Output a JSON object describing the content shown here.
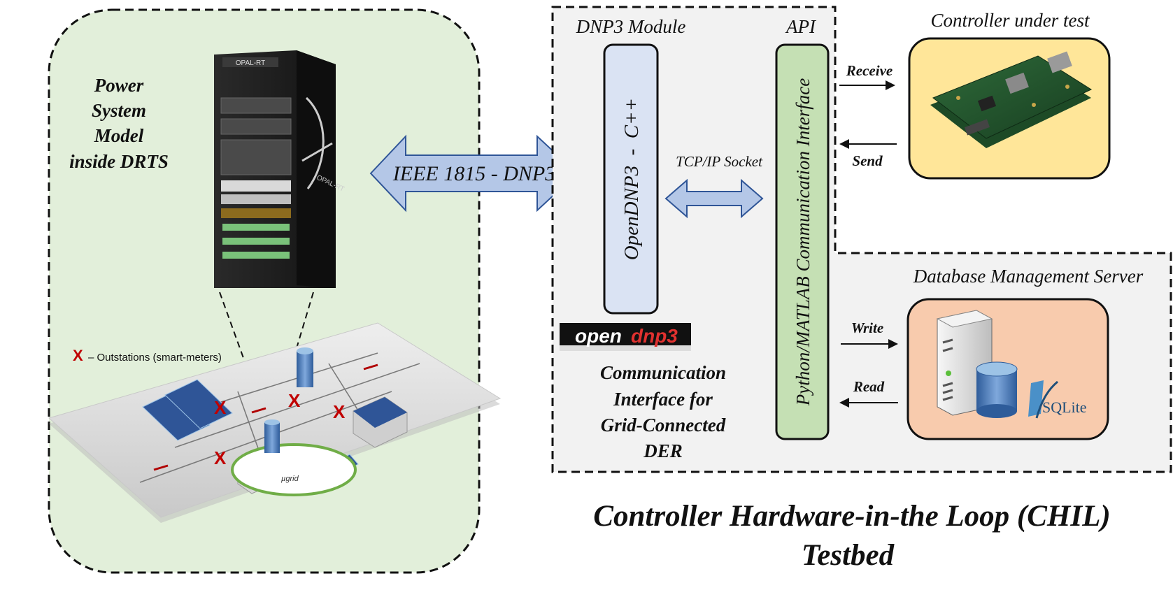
{
  "left_panel": {
    "title_lines": [
      "Power",
      "System",
      "Model",
      "inside DRTS"
    ],
    "rack_brand": "OPAL-RT",
    "legend_marker": "X",
    "legend_text": "– Outstations (smart-meters)",
    "microgrid_label": "µgrid"
  },
  "protocol_arrow": {
    "label": "IEEE 1815 - DNP3"
  },
  "dnp3_module": {
    "header": "DNP3 Module",
    "box_label": "OpenDNP3  -  C++",
    "logo_text_left": "open",
    "logo_text_right": "dnp3",
    "description_lines": [
      "Communication",
      "Interface for",
      "Grid-Connected",
      "DER"
    ]
  },
  "socket_arrow": {
    "label": "TCP/IP Socket"
  },
  "api": {
    "header": "API",
    "box_label": "Python/MATLAB Communication Interface"
  },
  "controller": {
    "title": "Controller under test",
    "receive_label": "Receive",
    "send_label": "Send"
  },
  "database": {
    "title": "Database Management Server",
    "write_label": "Write",
    "read_label": "Read",
    "sqlite_label": "SQLite"
  },
  "footer": {
    "title_line1": "Controller Hardware-in-the Loop (CHIL)",
    "title_line2": "Testbed"
  },
  "colors": {
    "left_panel_bg": "#e2efda",
    "right_panel_bg": "#f2f2f2",
    "arrow_fill": "#b4c7e7",
    "dnp3_box": "#dae3f3",
    "api_box": "#c5e0b4",
    "controller_box": "#ffe699",
    "database_box": "#f8cbad",
    "marker_red": "#c00000"
  }
}
